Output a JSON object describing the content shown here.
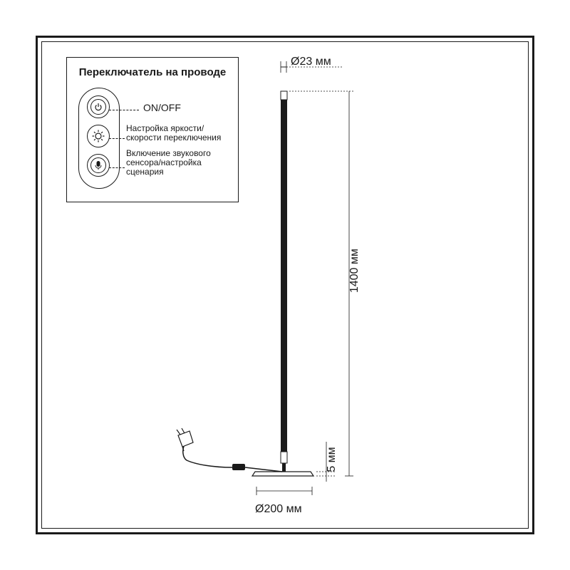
{
  "legend": {
    "title": "Переключатель на проводе",
    "buttons": [
      {
        "icon": "power-icon",
        "label_lines": [
          "ON/OFF"
        ]
      },
      {
        "icon": "brightness-icon",
        "label_lines": [
          "Настройка яркости/",
          "скорости переключения"
        ]
      },
      {
        "icon": "microphone-icon",
        "label_lines": [
          "Включение звукового",
          "сенсора/настройка",
          "сценария"
        ]
      }
    ]
  },
  "dimensions": {
    "tube_diameter": "Ø23 мм",
    "height": "1400 мм",
    "base_thickness": "5 мм",
    "base_diameter": "Ø200 мм"
  },
  "colors": {
    "line": "#1a1a1a",
    "background": "#ffffff"
  }
}
